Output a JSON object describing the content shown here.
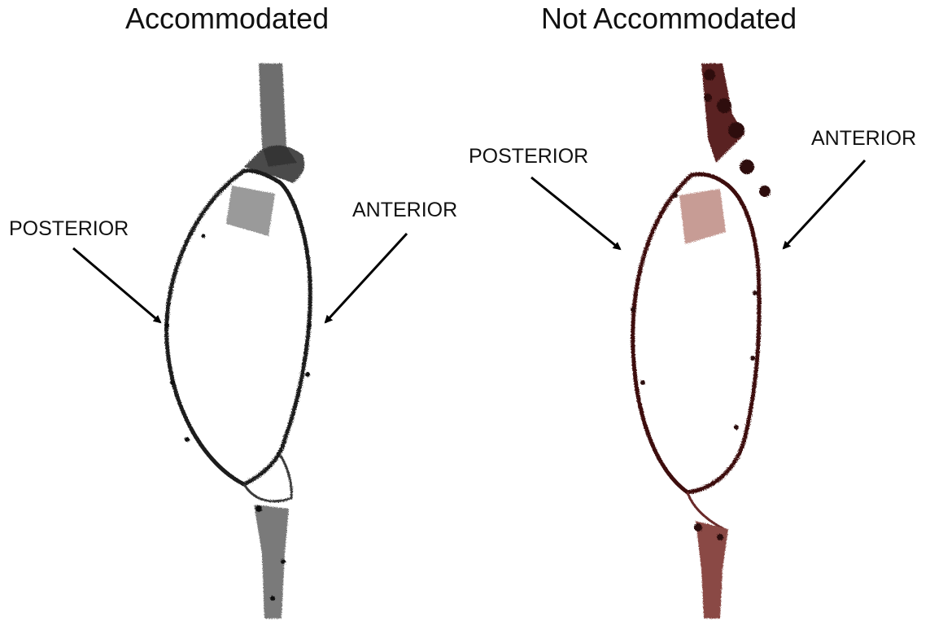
{
  "panels": {
    "left": {
      "title": "Accommodated",
      "posterior_label": "POSTERIOR",
      "anterior_label": "ANTERIOR",
      "tint": "#1a1a1a",
      "fill_tint": "#8a8a8a"
    },
    "right": {
      "title": "Not Accommodated",
      "posterior_label": "POSTERIOR",
      "anterior_label": "ANTERIOR",
      "tint": "#3a0c0c",
      "fill_tint": "#b07a72"
    }
  }
}
